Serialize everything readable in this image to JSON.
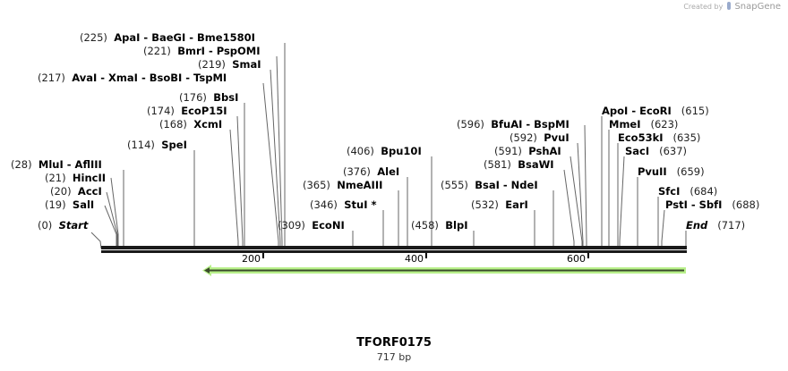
{
  "credit": {
    "prefix": "Created by",
    "brand": "SnapGene"
  },
  "sequence": {
    "name": "TFORF0175",
    "length_label": "717 bp",
    "length": 717
  },
  "axis": {
    "ticks": [
      {
        "label": "200",
        "pos": 200
      },
      {
        "label": "400",
        "pos": 400
      },
      {
        "label": "600",
        "pos": 600
      }
    ]
  },
  "feature": {
    "name": "ORF arrow",
    "start": 130,
    "end": 717,
    "direction": "reverse",
    "color": "#b8f08a",
    "stroke": "#3a4a2a"
  },
  "sites": [
    {
      "pos": "(225)",
      "name": "ApaI  -  BaeGI  -  Bme1580I"
    },
    {
      "pos": "(221)",
      "name": "BmrI  -  PspOMI"
    },
    {
      "pos": "(219)",
      "name": "SmaI"
    },
    {
      "pos": "(217)",
      "name": "AvaI  -  XmaI  -  BsoBI  -  TspMI"
    },
    {
      "pos": "(176)",
      "name": "BbsI"
    },
    {
      "pos": "(174)",
      "name": "EcoP15I"
    },
    {
      "pos": "(168)",
      "name": "XcmI"
    },
    {
      "pos": "(114)",
      "name": "SpeI"
    },
    {
      "pos": "(28)",
      "name": "MluI  -  AflIII"
    },
    {
      "pos": "(21)",
      "name": "HincII"
    },
    {
      "pos": "(20)",
      "name": "AccI"
    },
    {
      "pos": "(19)",
      "name": "SalI"
    },
    {
      "pos": "(0)",
      "name": "Start"
    },
    {
      "pos": "(309)",
      "name": "EcoNI"
    },
    {
      "pos": "(346)",
      "name": "StuI *"
    },
    {
      "pos": "(365)",
      "name": "NmeAIII"
    },
    {
      "pos": "(376)",
      "name": "AleI"
    },
    {
      "pos": "(406)",
      "name": "Bpu10I"
    },
    {
      "pos": "(458)",
      "name": "BlpI"
    },
    {
      "pos": "(532)",
      "name": "EarI"
    },
    {
      "pos": "(555)",
      "name": "BsaI  -  NdeI"
    },
    {
      "pos": "(581)",
      "name": "BsaWI"
    },
    {
      "pos": "(591)",
      "name": "PshAI"
    },
    {
      "pos": "(592)",
      "name": "PvuI"
    },
    {
      "pos": "(596)",
      "name": "BfuAI  -  BspMI"
    },
    {
      "pos": "(615)",
      "name": "ApoI  -  EcoRI"
    },
    {
      "pos": "(623)",
      "name": "MmeI"
    },
    {
      "pos": "(635)",
      "name": "Eco53kI"
    },
    {
      "pos": "(637)",
      "name": "SacI"
    },
    {
      "pos": "(659)",
      "name": "PvuII"
    },
    {
      "pos": "(684)",
      "name": "SfcI"
    },
    {
      "pos": "(688)",
      "name": "PstI  -  SbfI"
    },
    {
      "pos": "(717)",
      "name": "End"
    }
  ]
}
